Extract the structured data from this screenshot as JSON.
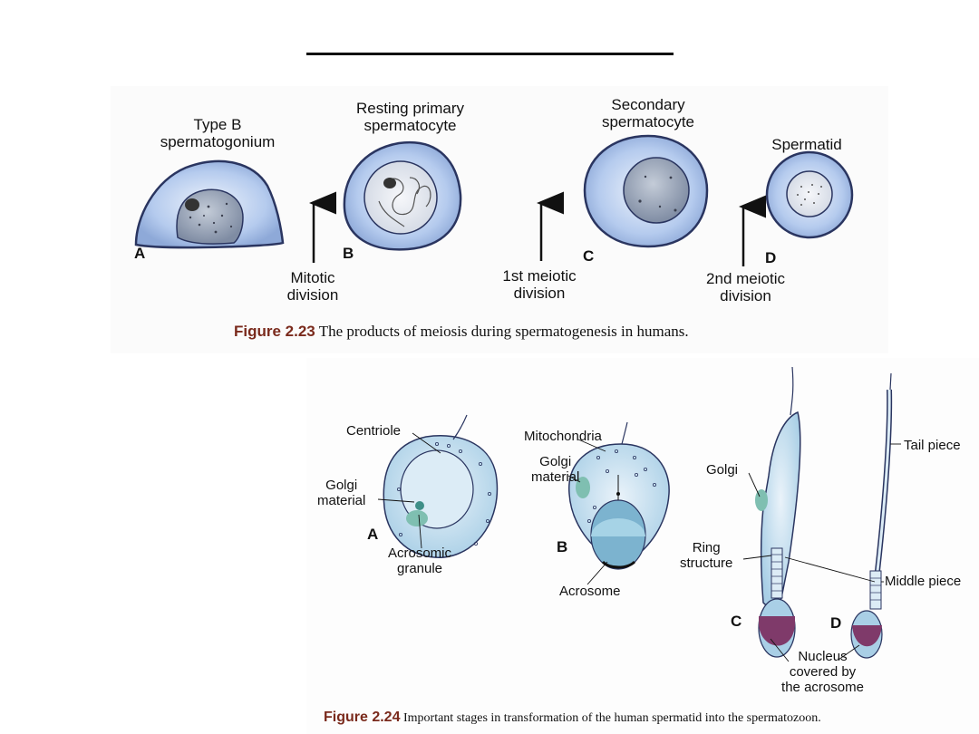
{
  "header": {
    "rule_visible": true
  },
  "figure_2_23": {
    "stages": [
      {
        "letter": "A",
        "label": "Type B\nspermatogonium"
      },
      {
        "letter": "B",
        "label": "Resting primary\nspermatocyte"
      },
      {
        "letter": "C",
        "label": "Secondary\nspermatocyte"
      },
      {
        "letter": "D",
        "label": "Spermatid"
      }
    ],
    "divisions": [
      "Mitotic\ndivision",
      "1st meiotic\ndivision",
      "2nd meiotic\ndivision"
    ],
    "caption_number": "Figure 2.23",
    "caption_text": "The products of meiosis during spermatogenesis in humans."
  },
  "figure_2_24": {
    "letters": [
      "A",
      "B",
      "C",
      "D"
    ],
    "labels": {
      "centriole": "Centriole",
      "golgi_material_a": "Golgi\nmaterial",
      "acrosomic_granule": "Acrosomic\ngranule",
      "mitochondria": "Mitochondria",
      "golgi_material_b": "Golgi\nmaterial",
      "acrosome": "Acrosome",
      "golgi_c": "Golgi",
      "ring_structure": "Ring\nstructure",
      "tail_piece": "Tail piece",
      "middle_piece": "Middle piece",
      "nucleus": "Nucleus\ncovered by\nthe acrosome"
    },
    "caption_number": "Figure 2.24",
    "caption_text": "Important stages in transformation of the human spermatid into the spermatozoon."
  },
  "colors": {
    "cell_fill": "#a9c3ea",
    "cell_edge": "#2a3560",
    "nucleus_fill": "#8d9ab0",
    "acrosome_fill": "#7f3a6a",
    "caption_accent": "#7a2a1c"
  }
}
